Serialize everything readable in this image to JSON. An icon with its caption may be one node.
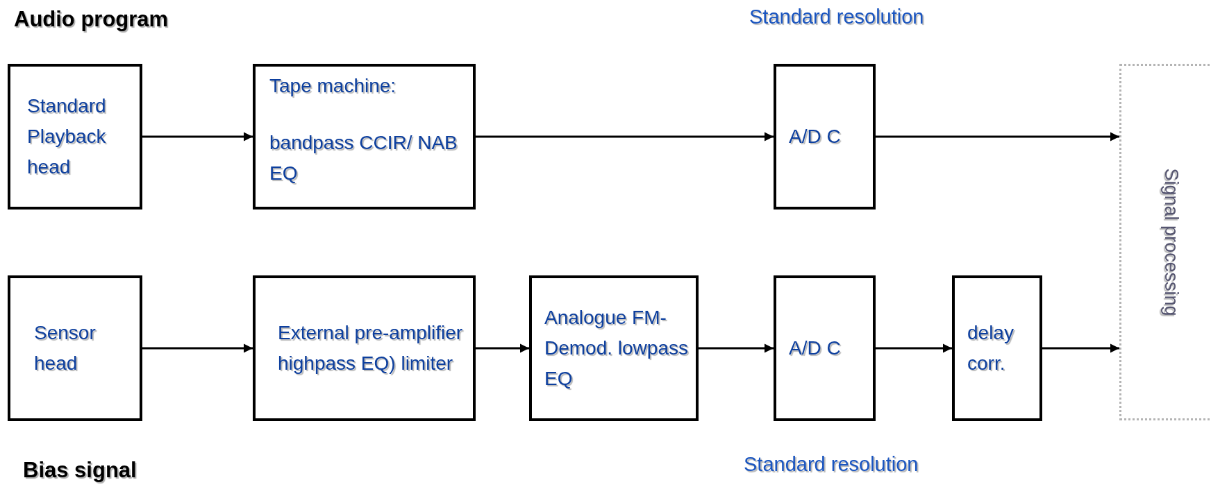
{
  "diagram": {
    "nodes": [
      {
        "text": [
          "Standard Playback head"
        ]
      },
      {
        "text": [
          "Tape machine:",
          "bandpass CCIR/ NAB EQ"
        ]
      },
      {
        "text": [
          "A/D C"
        ],
        "beside": [
          "Standard resolution"
        ]
      },
      {
        "text": [
          "Signal processing"
        ]
      },
      {
        "text": [
          "Sensor head"
        ]
      },
      {
        "text": [
          "External pre-amplifier highpass EQ) limiter"
        ]
      },
      {
        "text": [
          "Analogue FM-Demod. lowpass EQ"
        ]
      },
      {
        "text": [
          "A/D C"
        ],
        "beside": [
          "Standard resolution"
        ]
      },
      {
        "text": [
          "delay corr."
        ]
      }
    ],
    "edges": [
      {
        "from": 0,
        "to": 1,
        "arrow": "to"
      },
      {
        "from": 1,
        "to": 2,
        "arrow": "to"
      },
      {
        "from": 2,
        "to": 3,
        "arrow": "to"
      },
      {
        "from": 4,
        "to": 5,
        "arrow": "to"
      },
      {
        "from": 5,
        "to": 6,
        "arrow": "to"
      },
      {
        "from": 6,
        "to": 7,
        "arrow": "to"
      },
      {
        "from": 7,
        "to": 8,
        "arrow": "to"
      },
      {
        "from": 8,
        "to": 3,
        "arrow": "to"
      }
    ],
    "labels": [
      "Audio program",
      "Bias signal"
    ]
  }
}
